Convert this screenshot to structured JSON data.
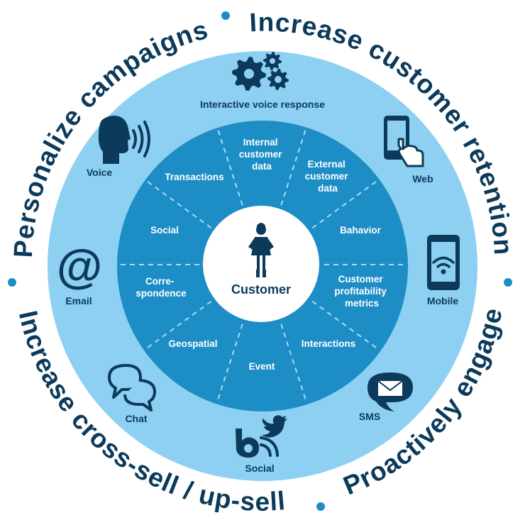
{
  "outer_phrases": [
    {
      "text": "Personalize campaigns"
    },
    {
      "text": "Increase customer retention"
    },
    {
      "text": "Proactively engage"
    },
    {
      "text": "Increase cross-sell / up-sell"
    }
  ],
  "center": {
    "label": "Customer"
  },
  "segments": [
    {
      "lines": [
        "Internal",
        "customer",
        "data"
      ]
    },
    {
      "lines": [
        "External",
        "customer",
        "data"
      ]
    },
    {
      "lines": [
        "Bahavior"
      ]
    },
    {
      "lines": [
        "Customer",
        "profitability",
        "metrics"
      ]
    },
    {
      "lines": [
        "Interactions"
      ]
    },
    {
      "lines": [
        "Event"
      ]
    },
    {
      "lines": [
        "Geospatial"
      ]
    },
    {
      "lines": [
        "Corre-",
        "spondence"
      ]
    },
    {
      "lines": [
        "Social"
      ]
    },
    {
      "lines": [
        "Transactions"
      ]
    }
  ],
  "channels": [
    {
      "label": "Interactive voice response",
      "icon": "gears-icon"
    },
    {
      "label": "Web",
      "icon": "touch-phone-icon"
    },
    {
      "label": "Mobile",
      "icon": "mobile-wifi-icon"
    },
    {
      "label": "SMS",
      "icon": "envelope-bubble-icon"
    },
    {
      "label": "Social",
      "icon": "blog-twitter-icon"
    },
    {
      "label": "Chat",
      "icon": "chat-bubbles-icon"
    },
    {
      "label": "Email",
      "icon": "at-sign-icon"
    },
    {
      "label": "Voice",
      "icon": "speaking-head-icon"
    }
  ],
  "colors": {
    "outer_ring": "#8dd0f2",
    "inner_ring": "#1d8dc6",
    "center": "#ffffff",
    "dark_text": "#0c3a5b",
    "dash": "#a9dcf5",
    "bullet": "#1d8dc6"
  }
}
